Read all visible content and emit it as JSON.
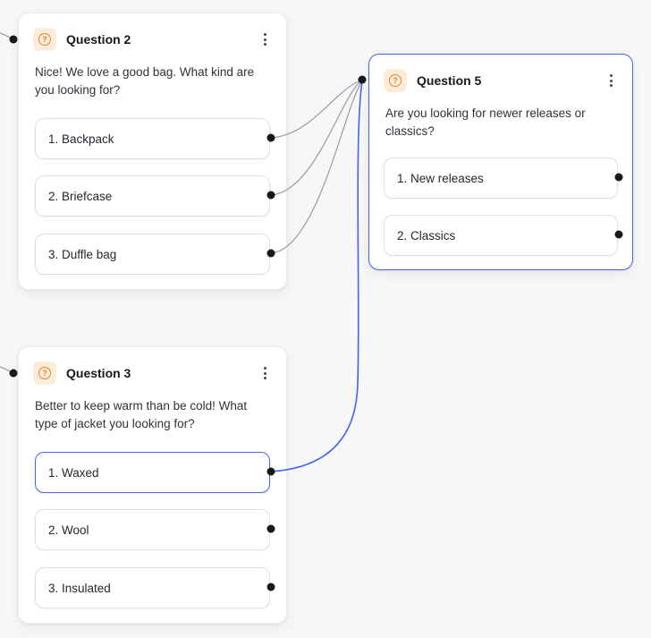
{
  "canvas": {
    "background_color": "#f7f7f8",
    "accent_color": "#4263eb",
    "edge_color": "#969ca6",
    "port_color": "#17181b",
    "icon_bg_color": "#fcecd9",
    "icon_color": "#e0862f"
  },
  "icons": {
    "node_type": "question-circle-icon",
    "node_menu": "kebab-menu-icon"
  },
  "nodes": [
    {
      "id": "question-2",
      "title": "Question 2",
      "body": "Nice! We love a good bag. What kind are you looking for?",
      "selected": false,
      "options": [
        {
          "label": "1. Backpack",
          "selected": false
        },
        {
          "label": "2. Briefcase",
          "selected": false
        },
        {
          "label": "3. Duffle bag",
          "selected": false
        }
      ]
    },
    {
      "id": "question-5",
      "title": "Question 5",
      "body": "Are you looking for newer releases or classics?",
      "selected": true,
      "options": [
        {
          "label": "1. New releases",
          "selected": false
        },
        {
          "label": "2. Classics",
          "selected": false
        }
      ]
    },
    {
      "id": "question-3",
      "title": "Question 3",
      "body": "Better to keep warm than be cold! What type of jacket you looking for?",
      "selected": false,
      "options": [
        {
          "label": "1. Waxed",
          "selected": true
        },
        {
          "label": "2. Wool",
          "selected": false
        },
        {
          "label": "3. Insulated",
          "selected": false
        }
      ]
    }
  ],
  "edges": [
    {
      "from": "question-2:1. Backpack",
      "to": "question-5"
    },
    {
      "from": "question-2:2. Briefcase",
      "to": "question-5"
    },
    {
      "from": "question-2:3. Duffle bag",
      "to": "question-5"
    },
    {
      "from": "question-3:1. Waxed",
      "to": "question-5"
    }
  ]
}
